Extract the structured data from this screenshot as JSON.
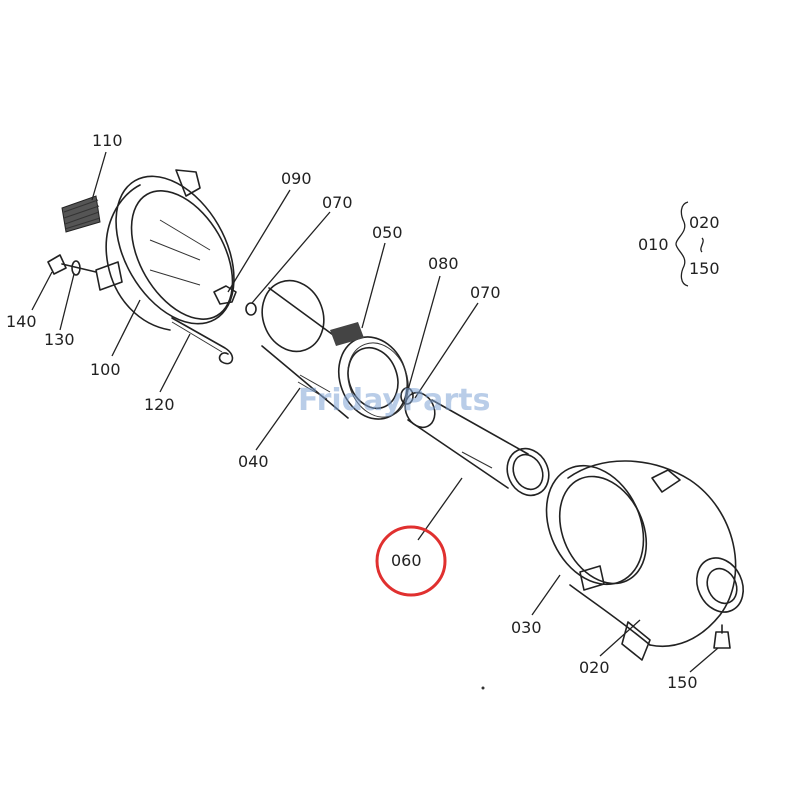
{
  "callouts": [
    {
      "id": "p110",
      "text": "110"
    },
    {
      "id": "p090",
      "text": "090"
    },
    {
      "id": "p070a",
      "text": "070"
    },
    {
      "id": "p050",
      "text": "050"
    },
    {
      "id": "p080",
      "text": "080"
    },
    {
      "id": "p070b",
      "text": "070"
    },
    {
      "id": "p140",
      "text": "140"
    },
    {
      "id": "p130",
      "text": "130"
    },
    {
      "id": "p100",
      "text": "100"
    },
    {
      "id": "p120",
      "text": "120"
    },
    {
      "id": "p040",
      "text": "040"
    },
    {
      "id": "p060",
      "text": "060"
    },
    {
      "id": "p030",
      "text": "030"
    },
    {
      "id": "p020",
      "text": "020"
    },
    {
      "id": "p150",
      "text": "150"
    }
  ],
  "assembly_group": {
    "main": "010",
    "from": "020",
    "to": "150"
  },
  "highlight": {
    "part": "060",
    "color": "#e0302f"
  },
  "watermark": {
    "text": "FridayParts",
    "color": "#7fa4d6"
  }
}
